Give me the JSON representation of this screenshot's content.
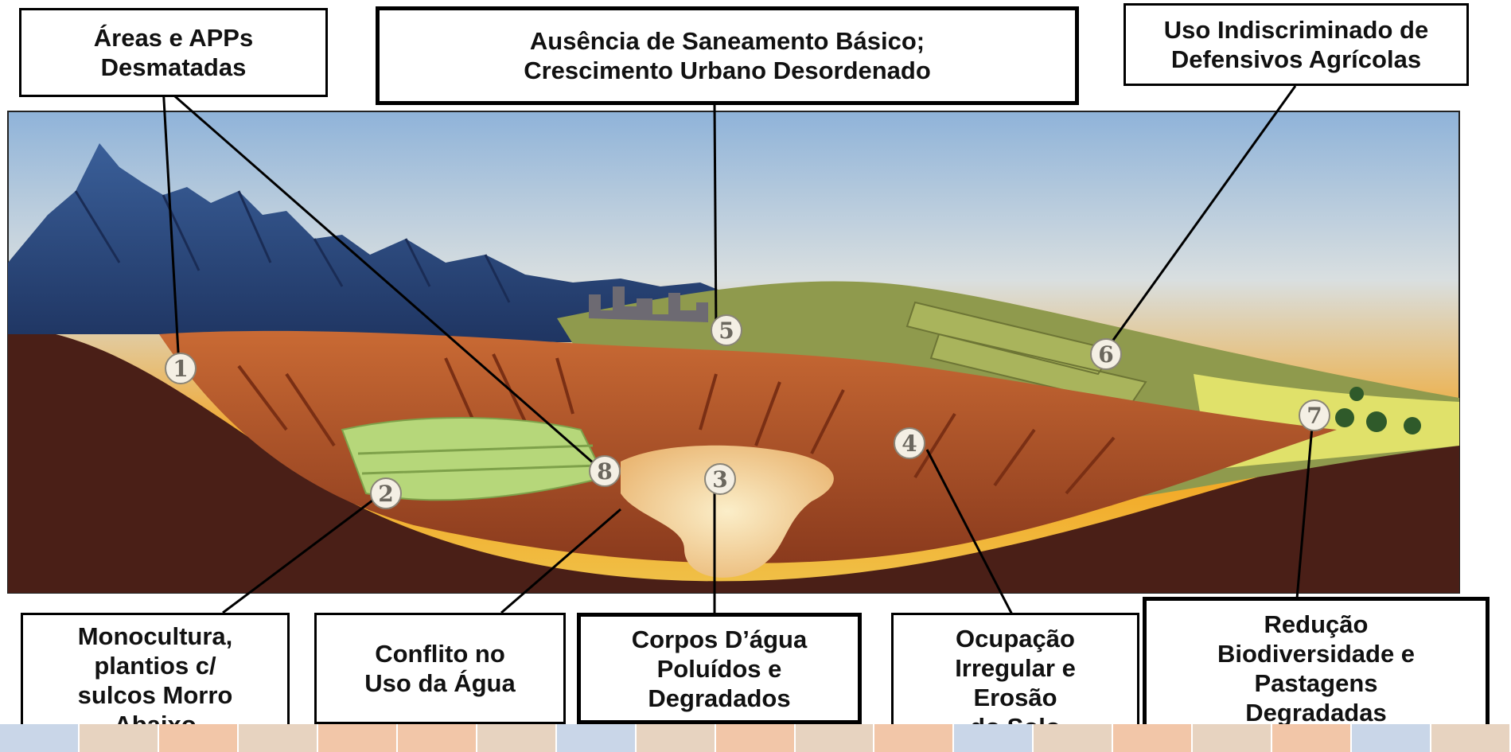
{
  "boxes": [
    {
      "id": "top-left",
      "lines": [
        "Áreas e APPs",
        "Desmatadas"
      ]
    },
    {
      "id": "top-center",
      "lines": [
        "Ausência de Saneamento Básico;",
        "Crescimento Urbano Desordenado"
      ]
    },
    {
      "id": "top-right",
      "lines": [
        "Uso Indiscriminado de",
        "Defensivos Agrícolas"
      ]
    },
    {
      "id": "bottom-1",
      "lines": [
        "Monocultura,",
        "plantios  c/",
        "sulcos Morro",
        "Abaixo"
      ]
    },
    {
      "id": "bottom-2",
      "lines": [
        "Conflito no",
        "Uso da Água"
      ]
    },
    {
      "id": "bottom-3",
      "lines": [
        "Corpos D’água",
        "Poluídos e",
        "Degradados"
      ]
    },
    {
      "id": "bottom-4",
      "lines": [
        "Ocupação",
        "Irregular e",
        "Erosão",
        "do Solo"
      ]
    },
    {
      "id": "bottom-5",
      "lines": [
        "Redução",
        "Biodiversidade e",
        "Pastagens",
        "Degradadas"
      ]
    }
  ],
  "markers": [
    "1",
    "2",
    "3",
    "4",
    "5",
    "6",
    "7",
    "8"
  ],
  "colors": {
    "sky_top": "#8fb3d9",
    "sky_horizon": "#f3a21d",
    "mountains": "#2e4f86",
    "soil": "#b8562b",
    "dark_soil": "#4a1f17",
    "field": "#b6d77a",
    "water": "#f3d9a4",
    "strip_blue": "#c9d6e8",
    "strip_peach": "#f2c6a8",
    "strip_tan": "#e7d3c0"
  },
  "strip_pattern": [
    "blue",
    "tan",
    "peach",
    "tan",
    "peach",
    "peach",
    "tan",
    "blue",
    "tan",
    "peach",
    "tan",
    "peach",
    "blue",
    "tan",
    "peach",
    "tan",
    "peach",
    "blue",
    "tan"
  ]
}
